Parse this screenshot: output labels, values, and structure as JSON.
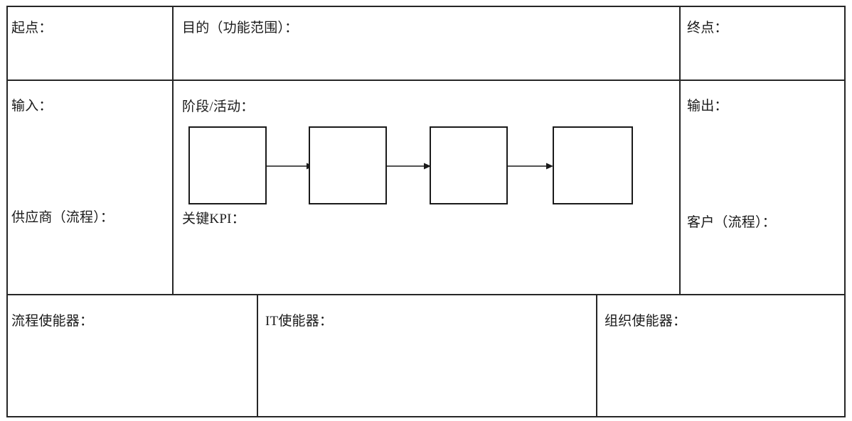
{
  "diagram": {
    "type": "sipoc-turtle-process-template",
    "cells": [
      {
        "key": "start",
        "label": "起点："
      },
      {
        "key": "purpose",
        "label": "目的（功能范围）："
      },
      {
        "key": "end",
        "label": "终点："
      },
      {
        "key": "input",
        "label": "输入："
      },
      {
        "key": "stages",
        "label": "阶段/活动："
      },
      {
        "key": "output",
        "label": "输出："
      },
      {
        "key": "supplier",
        "label": "供应商（流程）："
      },
      {
        "key": "key_kpi",
        "label": "关键KPI："
      },
      {
        "key": "customer",
        "label": "客户（流程）："
      },
      {
        "key": "process_enabler",
        "label": "流程使能器："
      },
      {
        "key": "it_enabler",
        "label": "IT使能器："
      },
      {
        "key": "org_enabler",
        "label": "组织使能器："
      }
    ],
    "flow": {
      "steps": [
        {
          "index": 1,
          "label": ""
        },
        {
          "index": 2,
          "label": ""
        },
        {
          "index": 3,
          "label": ""
        },
        {
          "index": 4,
          "label": ""
        }
      ],
      "connectors": [
        {
          "from": 1,
          "to": 2,
          "type": "arrow-right"
        },
        {
          "from": 2,
          "to": 3,
          "type": "arrow-right"
        },
        {
          "from": 3,
          "to": 4,
          "type": "arrow-right"
        }
      ]
    },
    "colors": {
      "border": "#262626",
      "box_border": "#1a1a1a",
      "text": "#1a1a1a",
      "background": "#ffffff"
    }
  }
}
